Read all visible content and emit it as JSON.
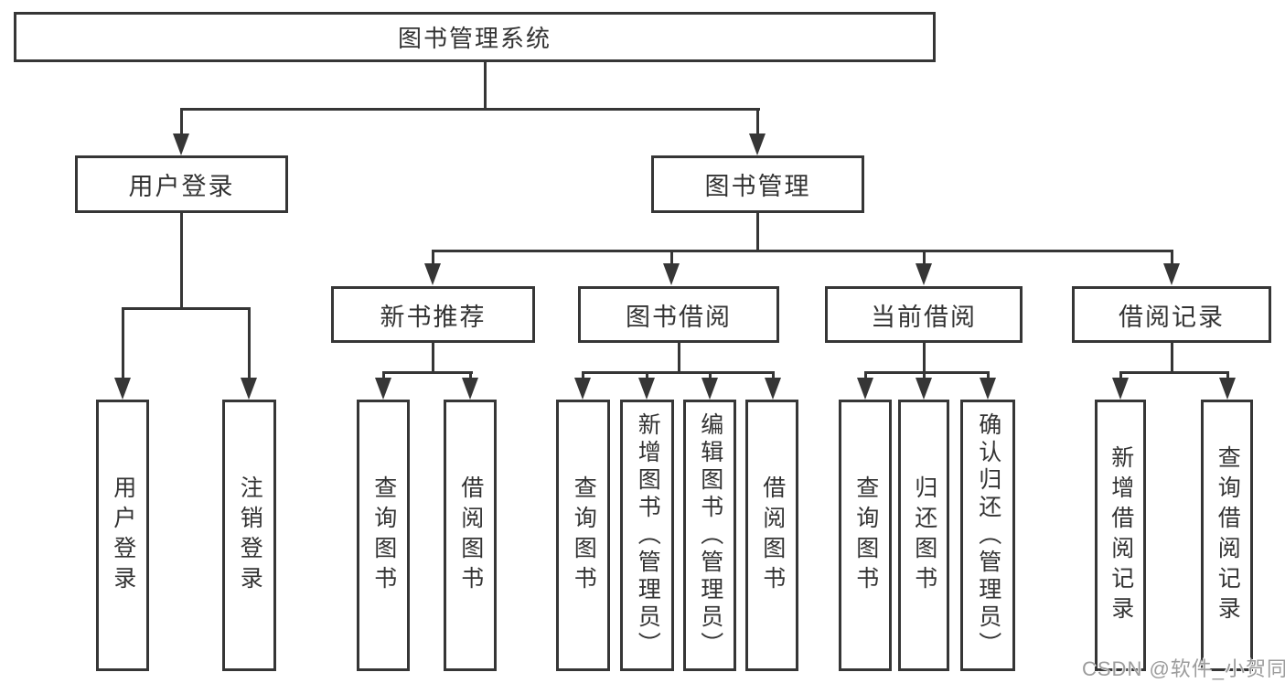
{
  "nodes": {
    "root": "图书管理系统",
    "level2": [
      "用户登录",
      "图书管理"
    ],
    "level3": [
      "新书推荐",
      "图书借阅",
      "当前借阅",
      "借阅记录"
    ],
    "leaves": {
      "user_login": [
        "用户登录",
        "注销登录"
      ],
      "new_books": [
        "查询图书",
        "借阅图书"
      ],
      "book_borrow": [
        "查询图书",
        "新增图书（管理员）",
        "编辑图书（管理员）",
        "借阅图书"
      ],
      "current_borrow": [
        "查询图书",
        "归还图书",
        "确认归还（管理员）"
      ],
      "borrow_records": [
        "新增借阅记录",
        "查询借阅记录"
      ]
    }
  },
  "watermark": "CSDN @软件_小贺同学",
  "colors": {
    "line": "#363636",
    "text": "#333333",
    "background": "#ffffff",
    "watermark": "#9c9c9c"
  }
}
